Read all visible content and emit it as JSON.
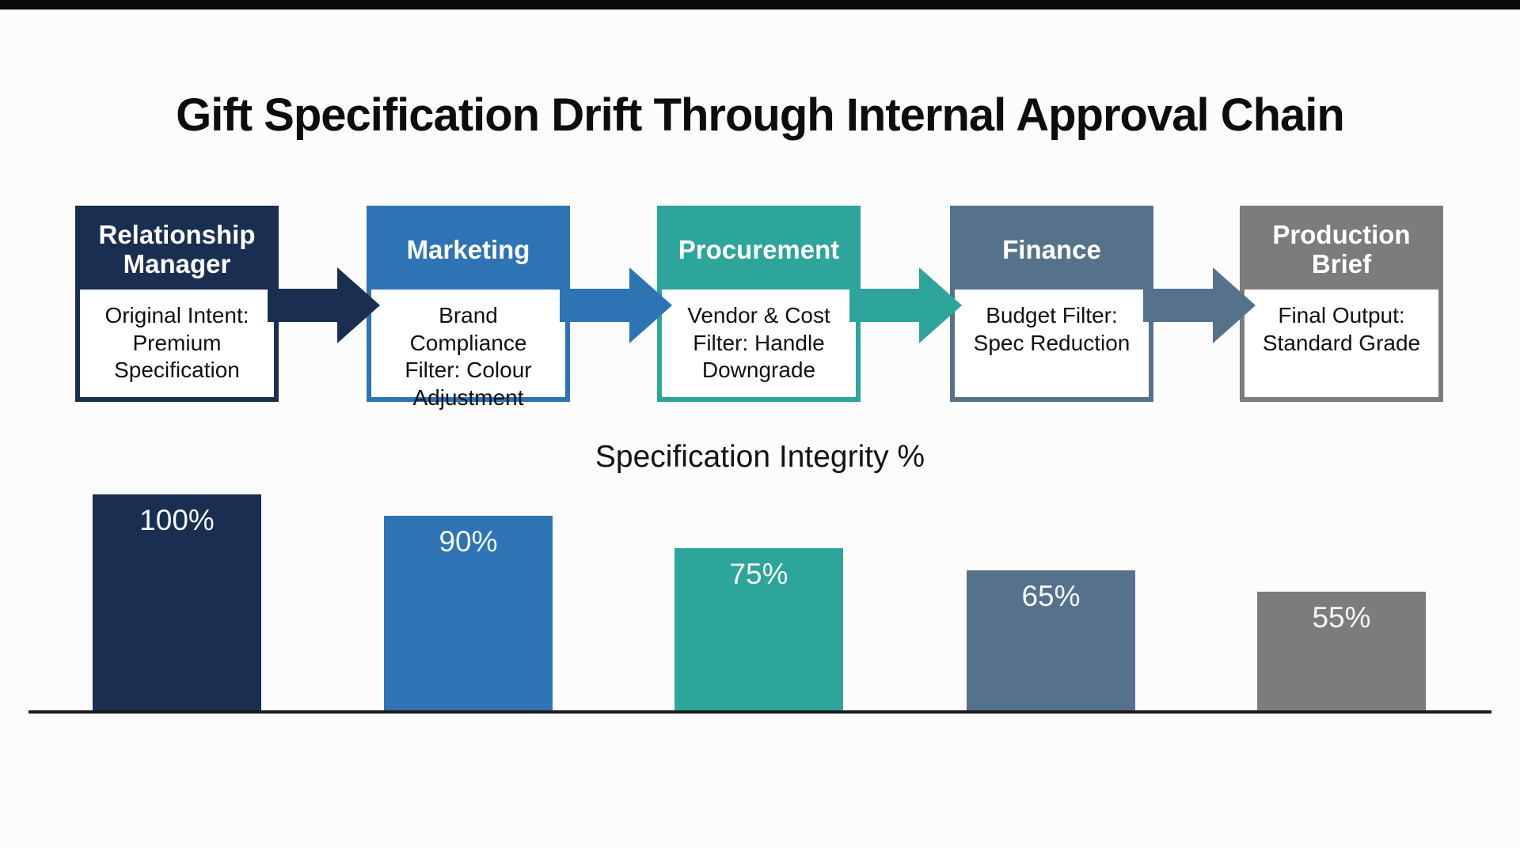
{
  "title": "Gift Specification Drift Through Internal Approval Chain",
  "stages": [
    {
      "title": "Relationship Manager",
      "body": "Original Intent: Premium Specification",
      "color": "#1a2e52"
    },
    {
      "title": "Marketing",
      "body": "Brand Compliance Filter: Colour Adjustment",
      "color": "#2e74b5"
    },
    {
      "title": "Procurement",
      "body": "Vendor & Cost Filter: Handle Downgrade",
      "color": "#2ea59a"
    },
    {
      "title": "Finance",
      "body": "Budget Filter: Spec Reduction",
      "color": "#56728b"
    },
    {
      "title": "Production Brief",
      "body": "Final Output: Standard Grade",
      "color": "#7c7c7c"
    }
  ],
  "arrows": [
    {
      "color": "#1a2e52"
    },
    {
      "color": "#2e74b5"
    },
    {
      "color": "#2ea59a"
    },
    {
      "color": "#56728b"
    }
  ],
  "chart_data": {
    "type": "bar",
    "title": "Specification Integrity %",
    "categories": [
      "Relationship Manager",
      "Marketing",
      "Procurement",
      "Finance",
      "Production Brief"
    ],
    "values": [
      100,
      90,
      75,
      65,
      55
    ],
    "labels": [
      "100%",
      "90%",
      "75%",
      "65%",
      "55%"
    ],
    "bar_colors": [
      "#1a2e52",
      "#2e74b5",
      "#2ea59a",
      "#56728b",
      "#7c7c7c"
    ],
    "ylim": [
      0,
      100
    ],
    "grid": false,
    "legend": "none",
    "data_label_position": "inside-top"
  }
}
